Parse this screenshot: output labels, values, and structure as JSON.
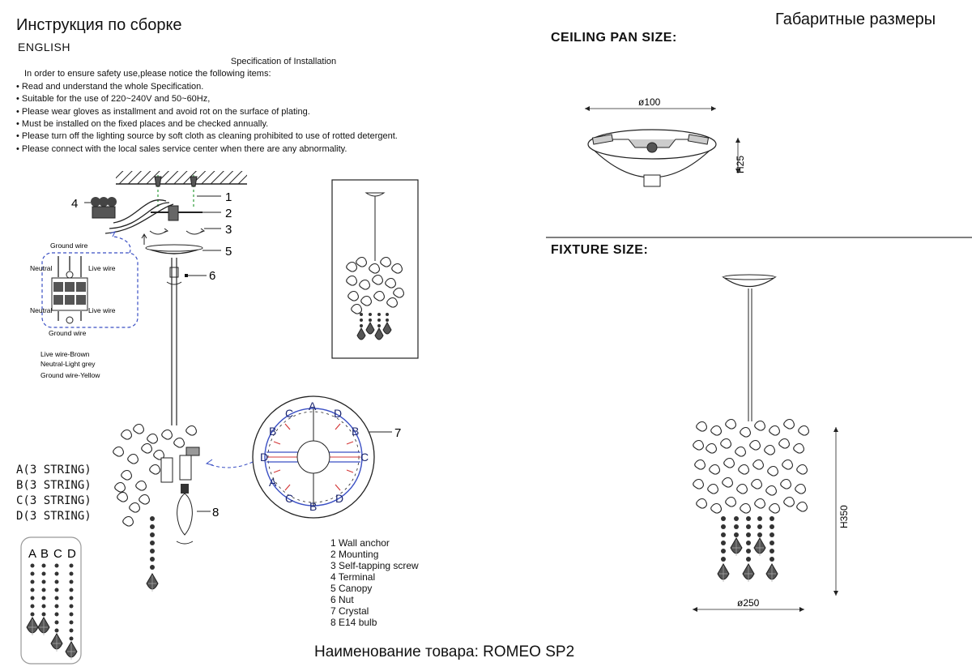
{
  "header": {
    "title_ru": "Инструкция по сборке",
    "dimensions_ru": "Габаритные размеры",
    "language": "ENGLISH"
  },
  "spec": {
    "title": "Specification of Installation",
    "intro": "In order to ensure safety use,please notice the following items:",
    "items": [
      "• Read and understand the whole Specification.",
      "• Suitable for the use of 220~240V and 50~60Hz,",
      "• Please wear gloves as installment and avoid rot on the surface of plating.",
      "• Must be installed on the fixed places and be checked annually.",
      "• Please turn off the lighting source by soft cloth as cleaning prohibited to use of rotted detergent.",
      "• Please connect with the local sales service center when there are any abnormality."
    ]
  },
  "wiring": {
    "ground_top": "Ground wire",
    "neutral_1": "Neutral",
    "live_1": "Live wire",
    "neutral_2": "Neutral",
    "live_2": "Live wire",
    "ground_bottom": "Ground wire",
    "colors": [
      "Live wire-Brown",
      "Neutral-Light grey",
      "Ground wire-Yellow"
    ]
  },
  "callouts": [
    "1",
    "2",
    "3",
    "4",
    "5",
    "6",
    "7",
    "8"
  ],
  "strings": [
    "A(3 STRING)",
    "B(3 STRING)",
    "C(3 STRING)",
    "D(3 STRING)"
  ],
  "string_labels": [
    "A",
    "B",
    "C",
    "D"
  ],
  "crystal_ring_letters": {
    "top": [
      "B",
      "C",
      "A",
      "D",
      "B"
    ],
    "left": "D",
    "right": "C",
    "bottom": [
      "A",
      "C",
      "B",
      "D"
    ]
  },
  "parts": [
    "1  Wall anchor",
    "2  Mounting",
    "3  Self-tapping screw",
    "4  Terminal",
    "5  Canopy",
    "6  Nut",
    "7  Crystal",
    "8  E14  bulb"
  ],
  "ceiling": {
    "heading": "CEILING PAN SIZE:",
    "diameter": "ø100",
    "height": "H25"
  },
  "fixture": {
    "heading": "FIXTURE SIZE:",
    "diameter": "ø250",
    "height": "H350"
  },
  "footer": {
    "product": "Наименование товара: ROMEO SP2"
  },
  "colors": {
    "wire_green": "#2e9d3a",
    "highlight_blue": "#3a4fc4",
    "marker_red": "#d43a3a"
  }
}
